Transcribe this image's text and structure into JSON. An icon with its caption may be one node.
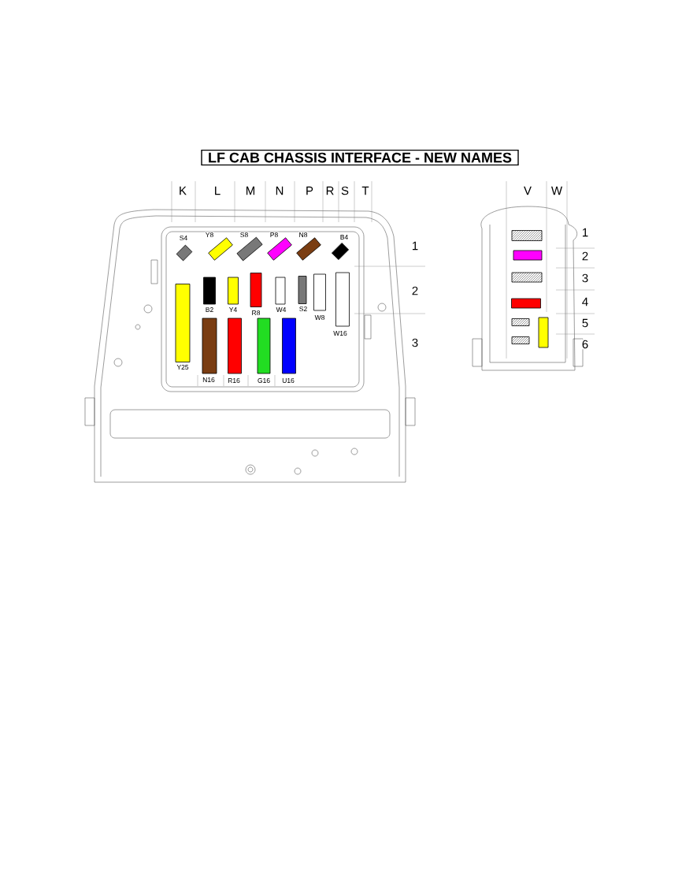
{
  "diagram": {
    "title": "LF CAB CHASSIS INTERFACE - NEW NAMES",
    "nodes": [
      {
        "text": [
          "S4"
        ]
      },
      {
        "text": [
          "Y8"
        ]
      },
      {
        "text": [
          "S8"
        ]
      },
      {
        "text": [
          "P8"
        ]
      },
      {
        "text": [
          "N8"
        ]
      },
      {
        "text": [
          "B4"
        ]
      },
      {
        "text": [
          "Y25"
        ]
      },
      {
        "text": [
          "B2"
        ]
      },
      {
        "text": [
          "Y4"
        ]
      },
      {
        "text": [
          "R8"
        ]
      },
      {
        "text": [
          "W4"
        ]
      },
      {
        "text": [
          "S2"
        ]
      },
      {
        "text": [
          "W8"
        ]
      },
      {
        "text": [
          "W16"
        ]
      },
      {
        "text": [
          "N16"
        ]
      },
      {
        "text": [
          "R16"
        ]
      },
      {
        "text": [
          "G16"
        ]
      },
      {
        "text": [
          "U16"
        ]
      },
      {
        "text": [],
        "shape": "box"
      },
      {
        "text": [],
        "shape": "box"
      },
      {
        "text": [],
        "shape": "box"
      },
      {
        "text": [],
        "shape": "box"
      },
      {
        "text": [],
        "shape": "box"
      },
      {
        "text": [],
        "shape": "box"
      },
      {
        "text": [],
        "shape": "box"
      }
    ],
    "labels": [
      "K",
      "L",
      "M",
      "N",
      "P",
      "R",
      "S",
      "T",
      "V",
      "W",
      "1",
      "2",
      "3",
      "1",
      "2",
      "3",
      "4",
      "5",
      "6"
    ]
  }
}
